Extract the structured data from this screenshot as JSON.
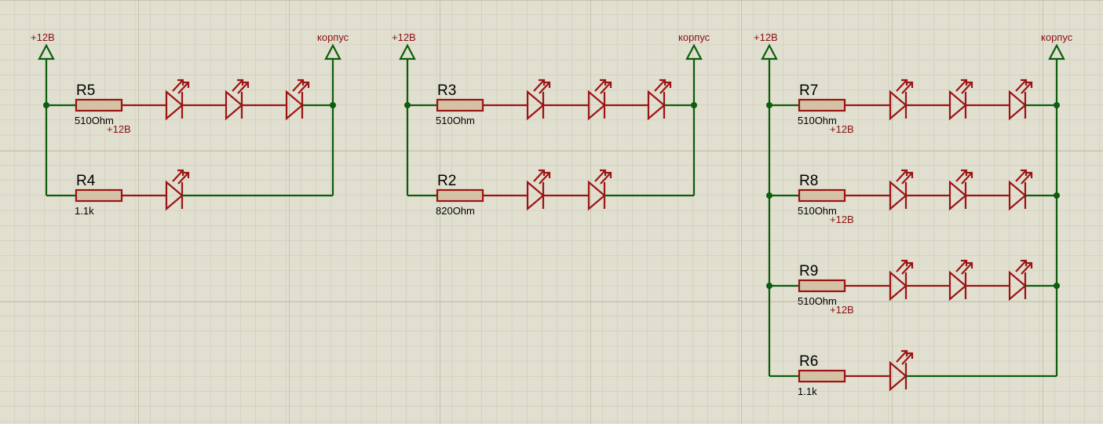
{
  "colors": {
    "background": "#e1dfd0",
    "wire": "#0b5e0b",
    "component": "#9c1414",
    "resistor_fill": "#d3c2a6",
    "power_label": "#8a1010",
    "text": "#000000"
  },
  "symbols": {
    "resistor": "resistor-icon",
    "led": "led-icon",
    "power_terminal": "power-arrow-icon",
    "ground_terminal": "ground-arrow-icon",
    "junction": "junction-dot"
  },
  "circuits": [
    {
      "id": "circuit-1",
      "power_label": "+12В",
      "ground_label": "корпус",
      "branches": [
        {
          "ref": "R5",
          "value": "510Ohm",
          "leds": 3,
          "net_label": "+12В"
        },
        {
          "ref": "R4",
          "value": "1.1k",
          "leds": 1,
          "net_label": ""
        }
      ]
    },
    {
      "id": "circuit-2",
      "power_label": "+12В",
      "ground_label": "корпус",
      "branches": [
        {
          "ref": "R3",
          "value": "510Ohm",
          "leds": 3,
          "net_label": ""
        },
        {
          "ref": "R2",
          "value": "820Ohm",
          "leds": 2,
          "net_label": ""
        }
      ]
    },
    {
      "id": "circuit-3",
      "power_label": "+12В",
      "ground_label": "корпус",
      "branches": [
        {
          "ref": "R7",
          "value": "510Ohm",
          "leds": 3,
          "net_label": "+12В"
        },
        {
          "ref": "R8",
          "value": "510Ohm",
          "leds": 3,
          "net_label": "+12В"
        },
        {
          "ref": "R9",
          "value": "510Ohm",
          "leds": 3,
          "net_label": "+12В"
        },
        {
          "ref": "R6",
          "value": "1.1k",
          "leds": 1,
          "net_label": ""
        }
      ]
    }
  ]
}
